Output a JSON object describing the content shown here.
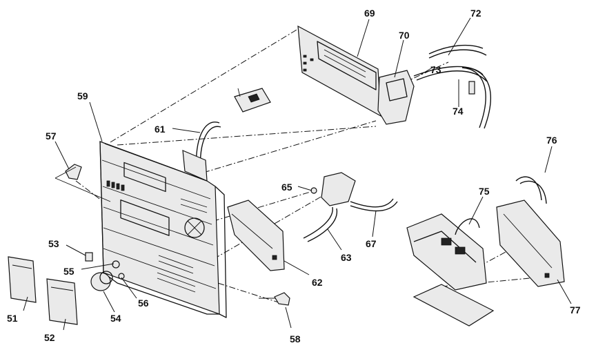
{
  "callouts": [
    {
      "id": "c51",
      "text": "51"
    },
    {
      "id": "c52",
      "text": "52"
    },
    {
      "id": "c53",
      "text": "53"
    },
    {
      "id": "c54",
      "text": "54"
    },
    {
      "id": "c55",
      "text": "55"
    },
    {
      "id": "c56",
      "text": "56"
    },
    {
      "id": "c57",
      "text": "57"
    },
    {
      "id": "c58",
      "text": "58"
    },
    {
      "id": "c59",
      "text": "59"
    },
    {
      "id": "c61",
      "text": "61"
    },
    {
      "id": "c62",
      "text": "62"
    },
    {
      "id": "c63",
      "text": "63"
    },
    {
      "id": "c65",
      "text": "65"
    },
    {
      "id": "c67",
      "text": "67"
    },
    {
      "id": "c69",
      "text": "69"
    },
    {
      "id": "c70",
      "text": "70"
    },
    {
      "id": "c72",
      "text": "72"
    },
    {
      "id": "c73",
      "text": "73"
    },
    {
      "id": "c74",
      "text": "74"
    },
    {
      "id": "c75",
      "text": "75"
    },
    {
      "id": "c76",
      "text": "76"
    },
    {
      "id": "c77",
      "text": "77"
    }
  ],
  "colors": {
    "ink": "#111111",
    "background": "#ffffff"
  }
}
